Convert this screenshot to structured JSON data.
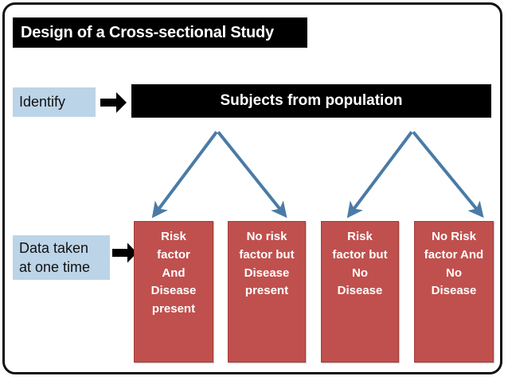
{
  "frame": {
    "border_color": "#111111",
    "background": "#ffffff"
  },
  "title": {
    "text": "Design of a Cross-sectional Study",
    "background": "#000000",
    "color": "#ffffff"
  },
  "population": {
    "text": "Subjects from population",
    "background": "#000000",
    "color": "#ffffff"
  },
  "labels": {
    "identify": {
      "lines": [
        "Identify"
      ],
      "background": "#bcd4e8"
    },
    "data_taken": {
      "lines": [
        "Data taken",
        "at one time"
      ],
      "background": "#bcd4e8"
    }
  },
  "arrows": {
    "black_arrow_color": "#000000",
    "branch_arrow_color": "#4a7ba6"
  },
  "outcomes": {
    "box_color": "#c0504d",
    "text_color": "#ffffff",
    "boxes": [
      {
        "lines": [
          "Risk",
          "factor",
          "And",
          "Disease",
          "present"
        ]
      },
      {
        "lines": [
          "No risk",
          "factor but",
          "Disease",
          "present"
        ]
      },
      {
        "lines": [
          "Risk",
          "factor but",
          "No",
          "Disease"
        ]
      },
      {
        "lines": [
          "No Risk",
          "factor And",
          "No",
          "Disease"
        ]
      }
    ]
  }
}
